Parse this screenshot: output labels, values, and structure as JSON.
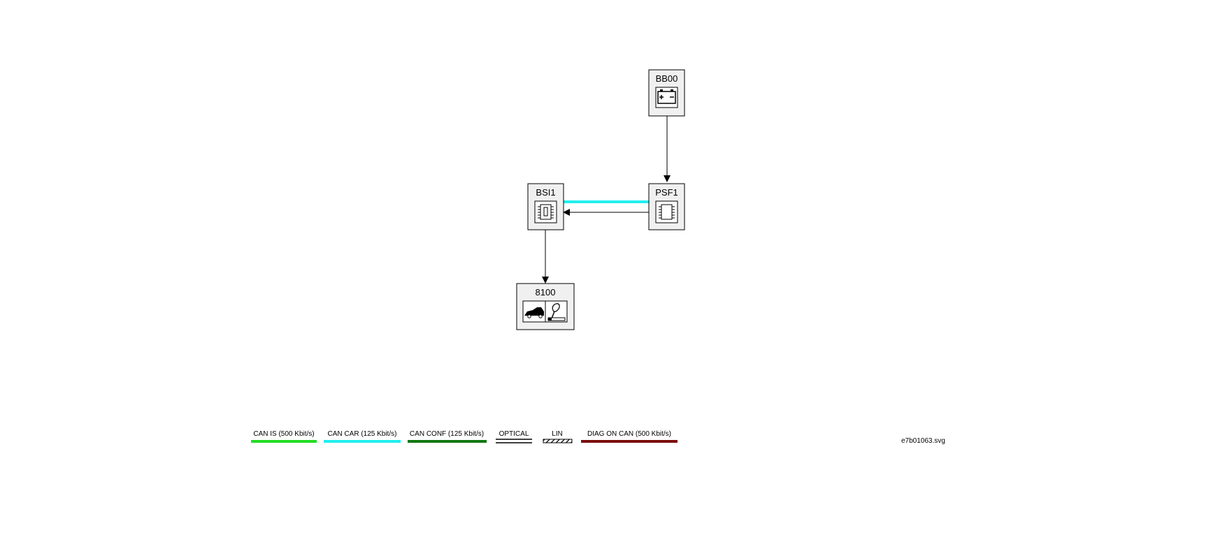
{
  "nodes": {
    "bb00": {
      "label": "BB00",
      "icon": "battery-icon"
    },
    "psf1": {
      "label": "PSF1",
      "icon": "ecu-chip-icon"
    },
    "bsi1": {
      "label": "BSI1",
      "icon": "ecu-chip-icon"
    },
    "n8100": {
      "label": "8100",
      "icon": "tow-hitch-icon"
    }
  },
  "connections": [
    {
      "from": "BB00",
      "to": "PSF1",
      "type": "wire"
    },
    {
      "from": "PSF1",
      "to": "BSI1",
      "type": "wire"
    },
    {
      "from": "PSF1",
      "to": "BSI1",
      "type": "CAN CAR (125 Kbit/s)"
    },
    {
      "from": "BSI1",
      "to": "8100",
      "type": "wire"
    }
  ],
  "legend": [
    {
      "label": "CAN IS (500 Kbit/s)",
      "color": "#22dd22",
      "style": "solid"
    },
    {
      "label": "CAN CAR (125 Kbit/s)",
      "color": "#22eeee",
      "style": "solid"
    },
    {
      "label": "CAN CONF (125 Kbit/s)",
      "color": "#117711",
      "style": "solid"
    },
    {
      "label": "OPTICAL",
      "color": "#000000",
      "style": "double"
    },
    {
      "label": "LIN",
      "color": "#000000",
      "style": "hatched"
    },
    {
      "label": "DIAG ON CAN  (500 Kbit/s)",
      "color": "#7a0a0a",
      "style": "solid"
    }
  ],
  "file_label": "e7b01063.svg"
}
